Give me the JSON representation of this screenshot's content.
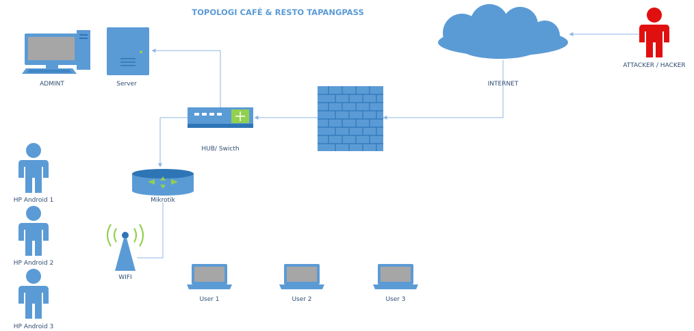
{
  "title": "TOPOLOGI CAFÉ & RESTO TAPANGPASS",
  "nodes": {
    "admin": "ADMINT",
    "server": "Server",
    "hub": "HUB/ Swicth",
    "internet": "INTERNET",
    "attacker": "ATTACKER / HACKER",
    "mikrotik": "Mikrotik",
    "wifi": "WIFI",
    "hp1": "HP Android 1",
    "hp2": "HP Android 2",
    "hp3": "HP Android 3",
    "user1": "User 1",
    "user2": "User 2",
    "user3": "User 3"
  },
  "colors": {
    "device": "#5b9bd5",
    "device_dark": "#2e75b6",
    "attacker": "#e11010",
    "wifi_waves": "#92d050",
    "wire": "#8fb4e3"
  },
  "icons": {
    "admin": "desktop-computer-icon",
    "server": "server-tower-icon",
    "hub": "network-switch-icon",
    "firewall": "firewall-icon",
    "internet": "cloud-icon",
    "attacker": "person-icon",
    "mikrotik": "router-icon",
    "wifi": "wifi-antenna-icon",
    "hp": "person-icon",
    "user": "laptop-icon"
  }
}
